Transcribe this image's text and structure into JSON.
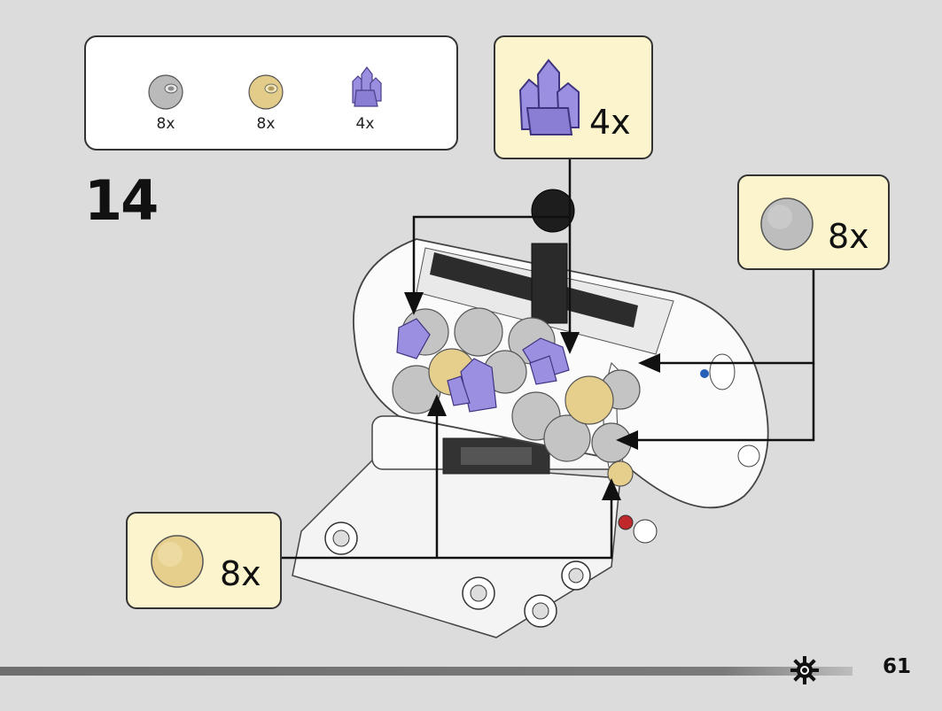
{
  "page": {
    "step": "14",
    "page_number": "61"
  },
  "parts_list": [
    {
      "name": "light-gray-ball",
      "count": "8x",
      "color": "#b9b9b9"
    },
    {
      "name": "tan-ball",
      "count": "8x",
      "color": "#e3cc8a"
    },
    {
      "name": "purple-crystal",
      "count": "4x",
      "color": "#9a8ee0"
    }
  ],
  "callouts": {
    "crystal": {
      "count": "4x"
    },
    "gray_ball": {
      "count": "8x"
    },
    "tan_ball": {
      "count": "8x"
    }
  },
  "colors": {
    "callout_bg": "#fbf4cc",
    "page_bg": "#dcdcdc",
    "gray_ball": "#bdbdbd",
    "tan_ball": "#e6cf8c",
    "crystal": "#9b8fe2"
  }
}
